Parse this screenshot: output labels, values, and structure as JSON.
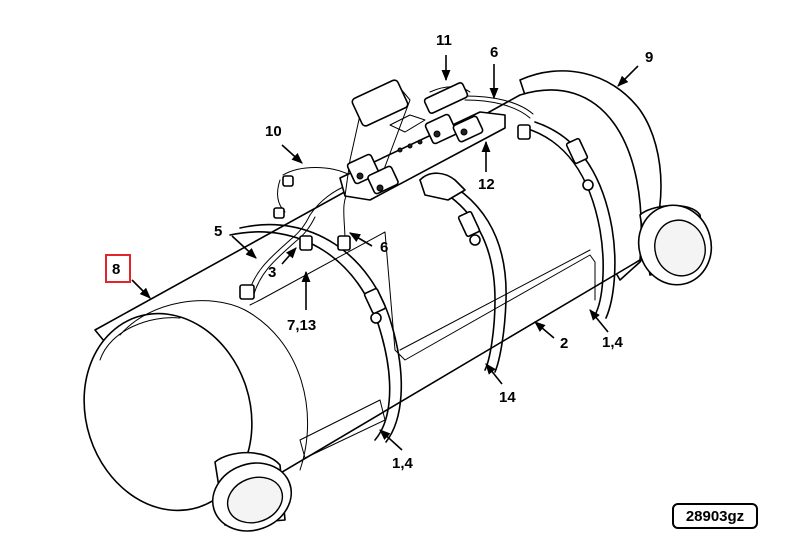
{
  "callouts": {
    "c1": "11",
    "c2": "6",
    "c3": "9",
    "c4": "10",
    "c5": "12",
    "c6": "5",
    "c7": "6",
    "c8": "3",
    "c9": "8",
    "c10": "7,13",
    "c11": "2",
    "c12": "1,4",
    "c13": "14",
    "c14": "1,4"
  },
  "highlight": {
    "color": "#e0262c"
  },
  "figure_id": "28903gz"
}
